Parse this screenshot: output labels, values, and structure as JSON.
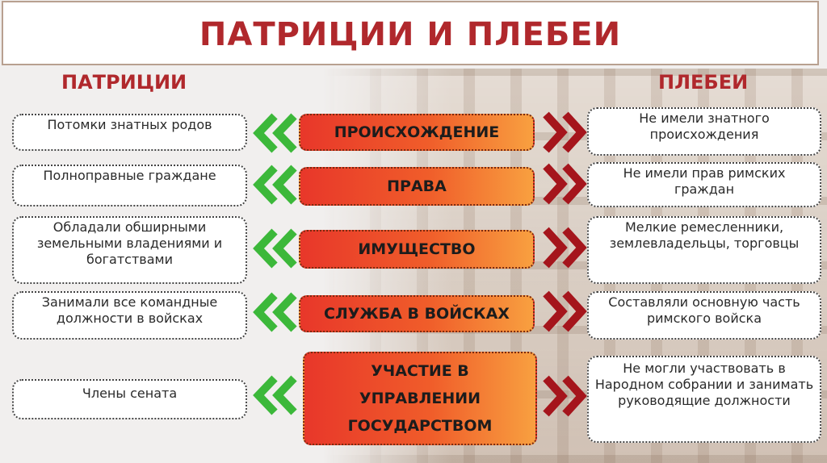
{
  "title": "ПАТРИЦИИ И ПЛЕБЕИ",
  "left_header": "ПАТРИЦИИ",
  "right_header": "ПЛЕБЕИ",
  "colors": {
    "accent": "#b0282c",
    "green": "#3cb83a",
    "dark_red": "#a5151c"
  },
  "rows": [
    {
      "left": "Потомки знатных родов",
      "center": "ПРОИСХОЖДЕНИЕ",
      "right": "Не имели знатного происхождения"
    },
    {
      "left": "Полноправные граждане",
      "center": "ПРАВА",
      "right": "Не имели прав римских граждан"
    },
    {
      "left": "Обладали обширными земельными владениями и богатствами",
      "center": "ИМУЩЕСТВО",
      "right": "Мелкие ремесленники, землевладельцы, торговцы"
    },
    {
      "left": "Занимали все командные должности в войсках",
      "center": "СЛУЖБА В ВОЙСКАХ",
      "right": "Составляли основную часть римского войска"
    },
    {
      "left": "Члены сената",
      "center": "УЧАСТИЕ В УПРАВЛЕНИИ ГОСУДАРСТВОМ",
      "right": "Не могли участвовать в Народном собрании и занимать руководящие должности"
    }
  ]
}
